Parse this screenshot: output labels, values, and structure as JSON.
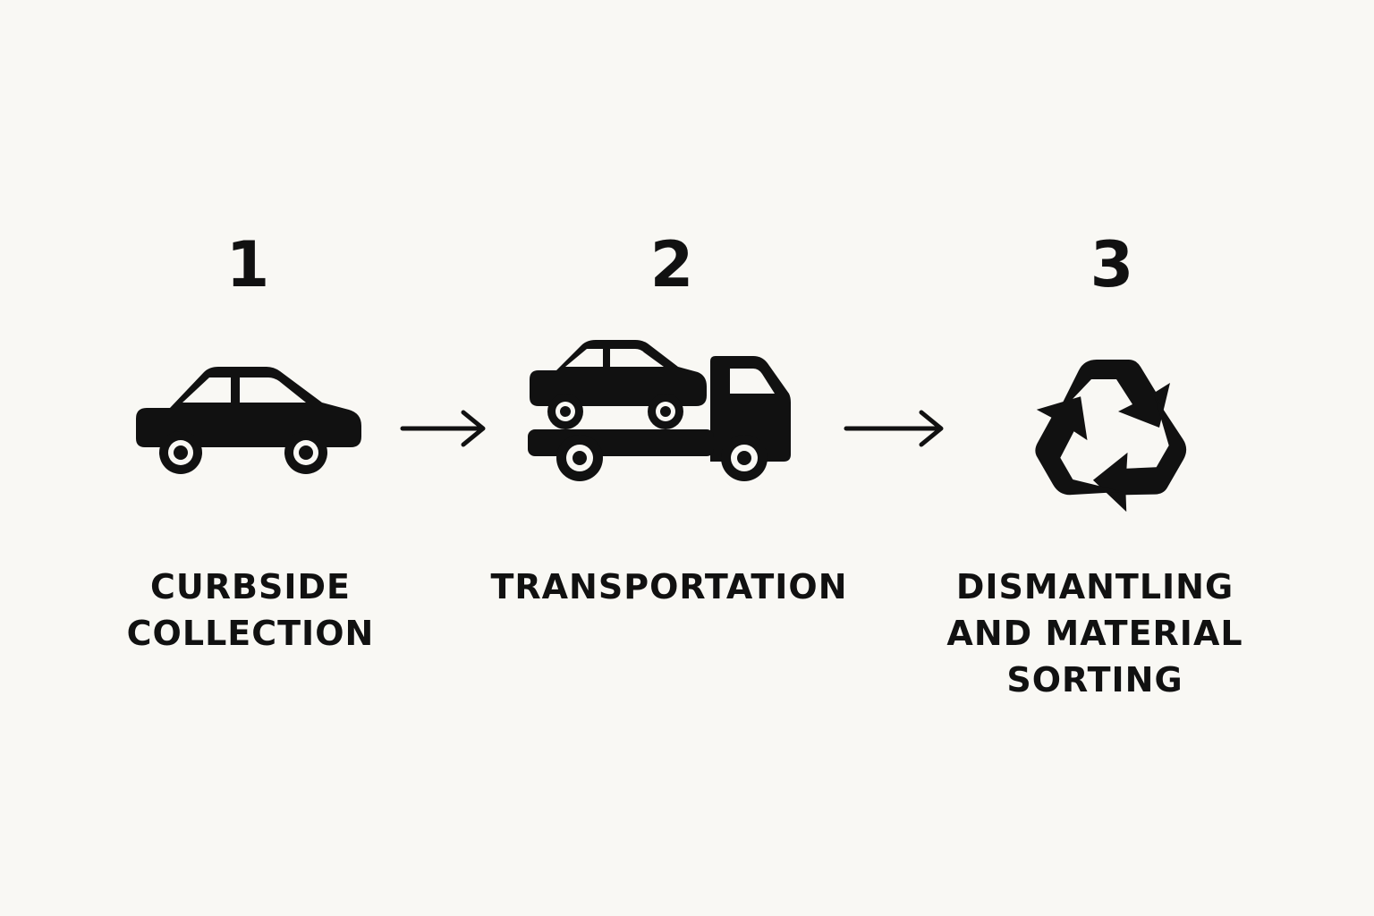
{
  "steps": [
    {
      "number": "1",
      "label_lines": [
        "CURBSIDE",
        "COLLECTION"
      ],
      "icon": "car-icon"
    },
    {
      "number": "2",
      "label_lines": [
        "TRANSPORTATION"
      ],
      "icon": "tow-truck-icon"
    },
    {
      "number": "3",
      "label_lines": [
        "DISMANTLING",
        "AND MATERIAL",
        "SORTING"
      ],
      "icon": "recycle-icon"
    }
  ],
  "connectors": [
    "arrow-right-icon",
    "arrow-right-icon"
  ],
  "colors": {
    "background": "#f9f8f4",
    "foreground": "#111111"
  }
}
